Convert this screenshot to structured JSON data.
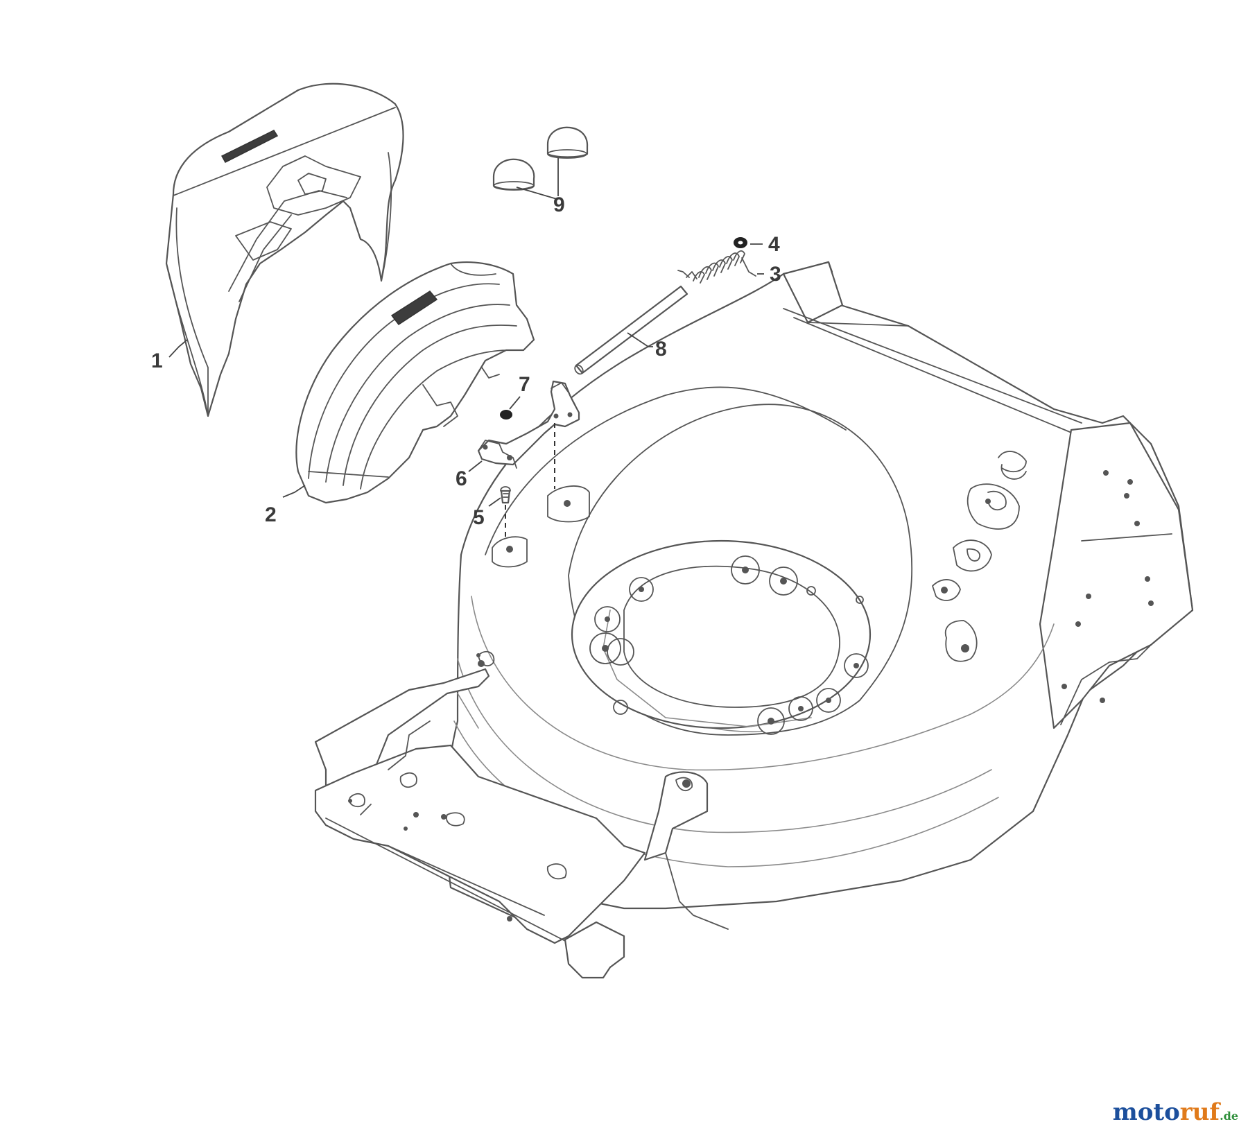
{
  "callouts": {
    "c1": "1",
    "c2": "2",
    "c3": "3",
    "c4": "4",
    "c5": "5",
    "c6": "6",
    "c7": "7",
    "c8": "8",
    "c9": "9"
  },
  "parts": [
    {
      "ref": "1",
      "name": "rear cover"
    },
    {
      "ref": "2",
      "name": "rear flap"
    },
    {
      "ref": "3",
      "name": "torsion spring"
    },
    {
      "ref": "4",
      "name": "clip"
    },
    {
      "ref": "5",
      "name": "screw"
    },
    {
      "ref": "6",
      "name": "bracket"
    },
    {
      "ref": "7",
      "name": "nut"
    },
    {
      "ref": "8",
      "name": "hinge rod"
    },
    {
      "ref": "9",
      "name": "cap"
    }
  ],
  "watermark": {
    "brand_a": "moto",
    "brand_b": "ruf",
    "tld": ".de",
    "color_a": "#1c4f9c",
    "color_b": "#e07a1a",
    "color_tld": "#2e8f3a"
  },
  "icons": {
    "deck": "mower-deck-icon"
  }
}
